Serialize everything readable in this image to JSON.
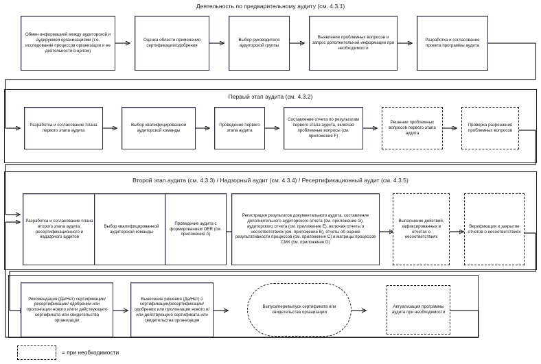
{
  "diagram": {
    "title_legend": "= при необходимости",
    "sections": [
      {
        "id": "pre-audit",
        "title": "Деятельность по предварительному аудиту (см. 4.3.1)",
        "nodes": [
          {
            "id": "n1",
            "type": "process",
            "text": "Обмен информацией между аудиторской и аудируемой организациями (т.е. исследование процессов организации и ее деятельности в целом)"
          },
          {
            "id": "n2",
            "type": "process",
            "text": "Оценка области применения сертификации/одобрения"
          },
          {
            "id": "n3",
            "type": "process",
            "text": "Выбор руководителя аудиторской группы"
          },
          {
            "id": "n4",
            "type": "process",
            "text": "Выявление проблемных вопросов и запрос дополнительной информации при необходимости"
          },
          {
            "id": "n5",
            "type": "process",
            "text": "Разработка и согласование проекта программы аудита"
          }
        ]
      },
      {
        "id": "stage-1",
        "title": "Первый этап аудита (см. 4.3.2)",
        "nodes": [
          {
            "id": "n6",
            "type": "process",
            "text": "Разработка и согласование плана первого этапа аудита"
          },
          {
            "id": "n7",
            "type": "process",
            "text": "Выбор квалифицированной аудиторской команды"
          },
          {
            "id": "n8",
            "type": "process",
            "text": "Проведение первого этапа аудита"
          },
          {
            "id": "n9",
            "type": "process",
            "text": "Составление отчета по результатам первого этапа аудита, включая проблемные вопросы (см. приложение F)"
          },
          {
            "id": "n10",
            "type": "optional",
            "text": "Решение проблемных вопросов первого этапа аудита"
          },
          {
            "id": "n11",
            "type": "optional",
            "text": "Проверка разрешения проблемных вопросов"
          }
        ]
      },
      {
        "id": "stage-2",
        "title": "Второй этап аудита (см. 4.3.3) / Надзорный аудит (см. 4.3.4) / Ресертификационный аудит (см. 4.3.5)",
        "nodes": [
          {
            "id": "n12",
            "type": "process",
            "text": "Разработка и согласование плана второго этапа аудита, ресертификационного и надзорного аудитов"
          },
          {
            "id": "n13",
            "type": "process",
            "text": "Выбор квалифицированной аудиторской команды"
          },
          {
            "id": "n14",
            "type": "process",
            "text": "Проведение аудита с формированием OER (см. приложение A)"
          },
          {
            "id": "n15",
            "type": "process",
            "text": "Регистрация результатов документального аудита, составление дополнительного аудиторского отчета (см. приложение G), аудиторского отчета (см. приложение E), включая отчеты о несоответствиях (см. приложение B), отчеты об оценке результативности процессов (см. приложение C) и матрицы процессов СМК (см. приложение D)"
          },
          {
            "id": "n16",
            "type": "optional",
            "text": "Выполнение действий, зафиксированных в отчетах о несоответствиях"
          },
          {
            "id": "n17",
            "type": "optional",
            "text": "Верификация и закрытие отчетов о несоответствиях"
          }
        ]
      },
      {
        "id": "decision",
        "title": "",
        "nodes": [
          {
            "id": "n18",
            "type": "process",
            "text": "Рекомендация (Да/Нет) сертификации/ресертификации/ одобрении или пролонгации нового и/или действующего сертификата или свидетельства организации"
          },
          {
            "id": "n19",
            "type": "process",
            "text": "Вынесение решения (Да/Нет) о сертификации/ресертификации/ одобрении или пролонгации нового и/или действующего сертификата или свидетельства организации"
          },
          {
            "id": "n20",
            "type": "terminal",
            "text": "Выпуск/перевыпуск сертификата или свидетельства организации"
          },
          {
            "id": "n21",
            "type": "optional",
            "text": "Актуализация программы аудита при необходимости"
          }
        ]
      }
    ]
  }
}
